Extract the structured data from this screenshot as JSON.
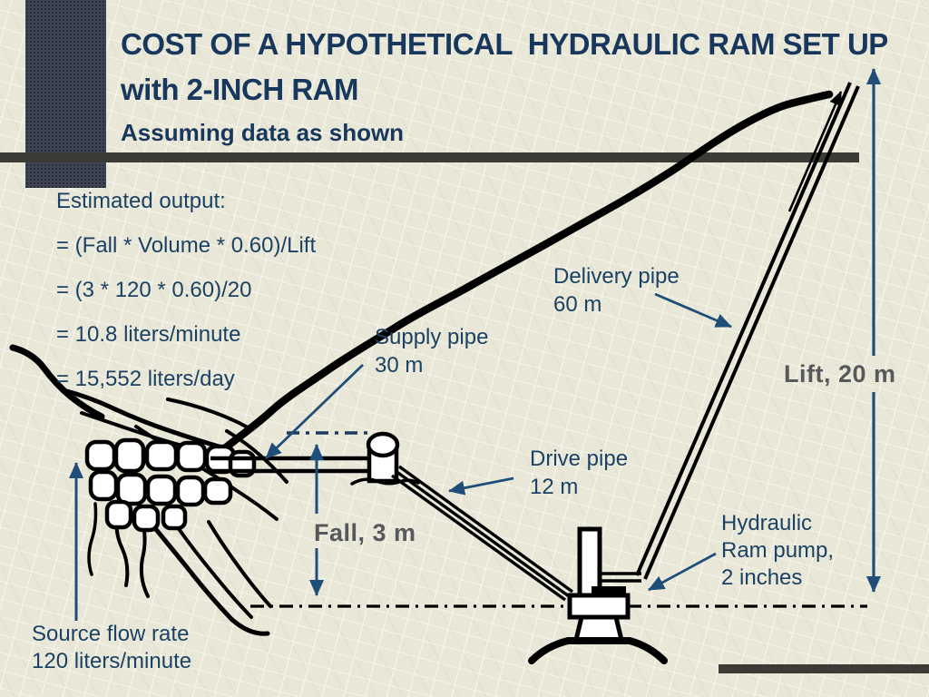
{
  "slide": {
    "title_line1": "COST OF A HYPOTHETICAL  HYDRAULIC RAM SET UP",
    "title_line2": "with 2-INCH RAM",
    "subtitle": "Assuming data as shown"
  },
  "estimate": {
    "heading": "Estimated output:",
    "formula": "= (Fall * Volume * 0.60)/Lift",
    "substitution": "= (3 * 120 * 0.60)/20",
    "result_per_minute": "= 10.8 liters/minute",
    "result_per_day": "= 15,552 liters/day"
  },
  "diagram_labels": {
    "supply_pipe_name": "Supply pipe",
    "supply_pipe_value": "30 m",
    "delivery_pipe_name": "Delivery pipe",
    "delivery_pipe_value": "60 m",
    "drive_pipe_name": "Drive pipe",
    "drive_pipe_value": "12 m",
    "ram_pump_line1": "Hydraulic",
    "ram_pump_line2": "Ram pump,",
    "ram_pump_line3": "2 inches",
    "lift": "Lift, 20 m",
    "fall": "Fall, 3 m",
    "source_line1": "Source flow rate",
    "source_line2": "120 liters/minute"
  },
  "colors": {
    "background": "#e9e7d7",
    "title_navy": "#17375d",
    "text_navy": "#1b4265",
    "arrow_navy": "#1f4e79",
    "measure_gray": "#57585b",
    "bar_dark": "#3c3b35",
    "corner_slate": "#3f4457",
    "ink": "#000000"
  }
}
